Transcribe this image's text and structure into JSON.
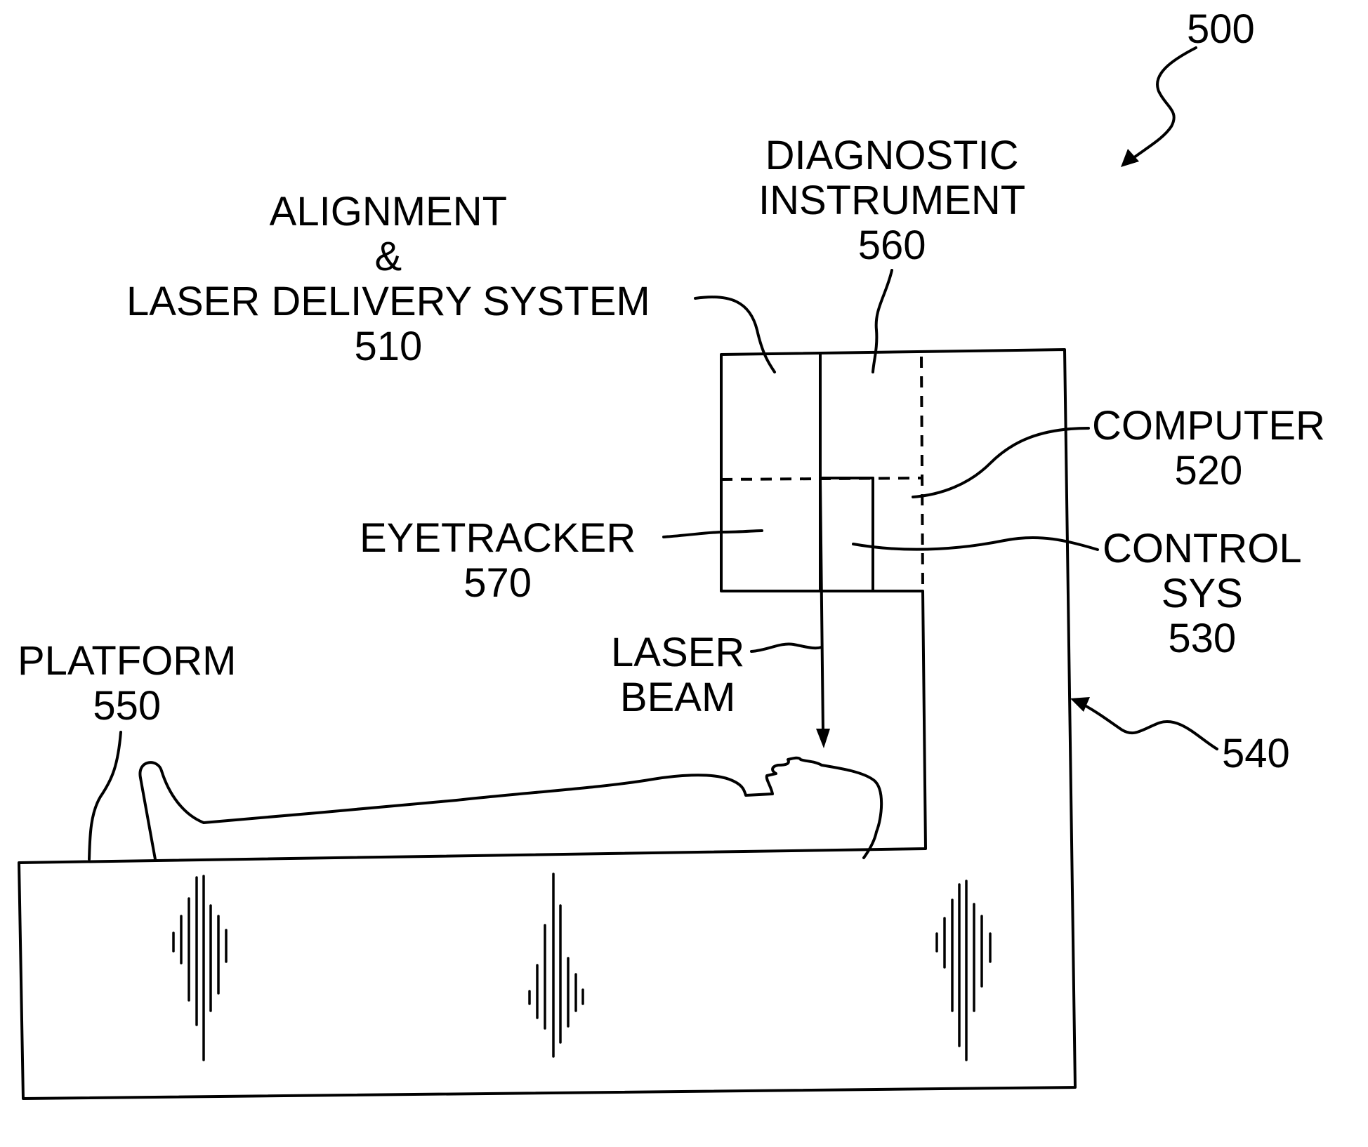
{
  "figure_ref": "500",
  "labels": {
    "alignment": {
      "line1": "ALIGNMENT",
      "line2": "&",
      "line3": "LASER DELIVERY SYSTEM",
      "ref": "510"
    },
    "diagnostic": {
      "line1": "DIAGNOSTIC",
      "line2": "INSTRUMENT",
      "ref": "560"
    },
    "computer": {
      "line1": "COMPUTER",
      "ref": "520"
    },
    "control": {
      "line1": "CONTROL",
      "line2": "SYS",
      "ref": "530"
    },
    "eyetracker": {
      "line1": "EYETRACKER",
      "ref": "570"
    },
    "laser_beam": {
      "line1": "LASER",
      "line2": "BEAM"
    },
    "platform": {
      "line1": "PLATFORM",
      "ref": "550"
    },
    "frame_ref": "540"
  }
}
